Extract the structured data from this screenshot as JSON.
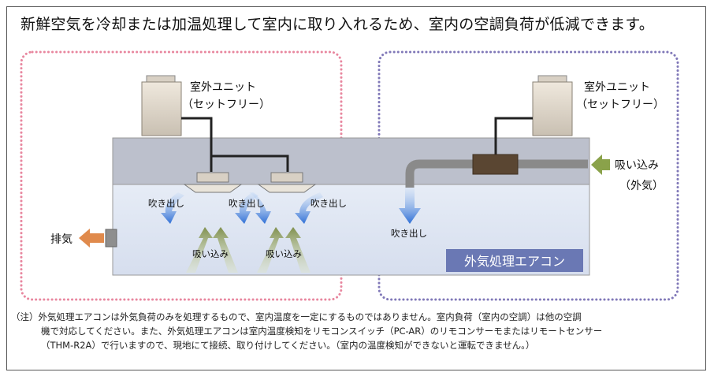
{
  "headline": "新鮮空気を冷却または加温処理して室内に取り入れるため、室内の空調負荷が低減できます。",
  "left_unit": {
    "line1": "室外ユニット",
    "line2": "（セットフリー）"
  },
  "right_unit": {
    "line1": "室外ユニット",
    "line2": "（セットフリー）"
  },
  "blow_labels": [
    "吹き出し",
    "吹き出し",
    "吹き出し",
    "吹き出し"
  ],
  "suction_labels": [
    "吸い込み",
    "吸い込み"
  ],
  "intake": {
    "line1": "吸い込み",
    "line2": "（外気）"
  },
  "exhaust": "排気",
  "oa_unit": "外気処理エアコン",
  "colors": {
    "pink_dots": "#e8879f",
    "purple_dots": "#8078b8",
    "ceiling": "#b9bcc9",
    "room": "#dfe6f2",
    "oa_label_bg": "#6a78b4",
    "blow_arrow": "#2e6fd6",
    "suction_arrow": "#8a9a5a",
    "intake_arrow": "#8aa24a",
    "exhaust_arrow": "#e08a4c",
    "duct": "#8a8a8a",
    "oa_box": "#5a4632"
  },
  "icons": [
    "outdoor-unit-icon",
    "ceiling-cassette-icon",
    "duct-icon",
    "oa-processing-box-icon",
    "exhaust-vent-icon"
  ],
  "notes": {
    "line1": "（注）外気処理エアコンは外気負荷のみを処理するもので、室内温度を一定にするものではありません。室内負荷（室内の空調）は他の空調",
    "line2": "機で対応してください。また、外気処理エアコンは室内温度検知をリモコンスイッチ（PC-AR）のリモコンサーモまたはリモートセンサー",
    "line3": "（THM-R2A）で行いますので、現地にて接続、取り付けしてください。（室内の温度検知ができないと運転できません。）"
  }
}
